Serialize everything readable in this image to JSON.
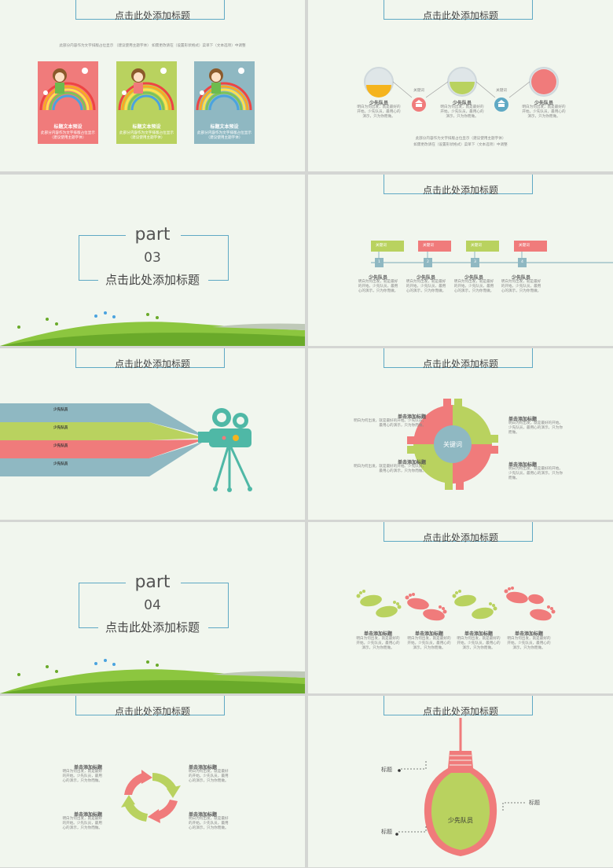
{
  "slide_title": "点击此处添加标题",
  "s1": {
    "note": "此部分内容作为文字排版占位显示 （建议使用主题字体） 如需更改请在（设置形状格式）菜单下（文本选项）中调整",
    "cards": [
      {
        "title": "标题文本预设",
        "body1": "此部分内容作为文字排版占位显示",
        "body2": "（建议使用主题字体）",
        "color": "#f07b7b"
      },
      {
        "title": "标题文本预设",
        "body1": "此部分内容作为文字排版占位显示",
        "body2": "（建议使用主题字体）",
        "color": "#b9d25f"
      },
      {
        "title": "标题文本预设",
        "body1": "此部分内容作为文字排版占位显示",
        "body2": "（建议使用主题字体）",
        "color": "#8fb8c2"
      }
    ]
  },
  "s2": {
    "keyword": "关键词",
    "items": [
      {
        "title": "少先队员",
        "body": "明白为何出发，就是最好的开始。少先队员，最用心的演示，只为你而做。"
      },
      {
        "title": "少先队员",
        "body": "明白为何出发，就是最好的开始。少先队员，最用心的演示，只为你而做。"
      },
      {
        "title": "少先队员",
        "body": "明白为何出发，就是最好的开始。少先队员，最用心的演示，只为你而做。"
      }
    ],
    "note1": "此部分内容作为文字排版占位显示（建议使用主题字体）",
    "note2": "如需更改请在（设置形状格式）菜单下（文本选项）中调整"
  },
  "s3": {
    "part": "part",
    "num": "03",
    "title": "点击此处添加标题"
  },
  "s4": {
    "tags": [
      "关键词",
      "关键词",
      "关键词",
      "关键词"
    ],
    "nums": [
      "1",
      "2",
      "3",
      "4"
    ],
    "items": [
      {
        "title": "少先队员",
        "body": "明白为何出发，就是最好的开始。少先队员，最用心的演示，只为你而做。"
      },
      {
        "title": "少先队员",
        "body": "明白为何出发，就是最好的开始。少先队员，最用心的演示，只为你而做。"
      },
      {
        "title": "少先队员",
        "body": "明白为何出发，就是最好的开始。少先队员，最用心的演示，只为你而做。"
      },
      {
        "title": "少先队员",
        "body": "明白为何出发，就是最好的开始。少先队员，最用心的演示，只为你而做。"
      }
    ]
  },
  "s5": {
    "bands": [
      "少先队员",
      "少先队员",
      "少先队员",
      "少先队员"
    ]
  },
  "s6": {
    "center": "关键词",
    "items": [
      {
        "title": "单击添加标题",
        "body": "明白为何出发，就是最好的开始。少先队员，最用心的演示，只为你而做。"
      },
      {
        "title": "单击添加标题",
        "body": "明白为何出发，就是最好的开始。少先队员，最用心的演示，只为你而做。"
      },
      {
        "title": "单击添加标题",
        "body": "明白为何出发，就是最好的开始。少先队员，最用心的演示，只为你而做。"
      },
      {
        "title": "单击添加标题",
        "body": "明白为何出发，就是最好的开始。少先队员，最用心的演示，只为你而做。"
      }
    ]
  },
  "s7": {
    "part": "part",
    "num": "04",
    "title": "点击此处添加标题"
  },
  "s8": {
    "items": [
      {
        "title": "单击添加标题",
        "body": "明白为何出发，就是最好的开始。少先队员，最用心的演示，只为你而做。"
      },
      {
        "title": "单击添加标题",
        "body": "明白为何出发，就是最好的开始。少先队员，最用心的演示，只为你而做。"
      },
      {
        "title": "单击添加标题",
        "body": "明白为何出发，就是最好的开始。少先队员，最用心的演示，只为你而做。"
      },
      {
        "title": "单击添加标题",
        "body": "明白为何出发，就是最好的开始。少先队员，最用心的演示，只为你而做。"
      }
    ]
  },
  "s9": {
    "items": [
      {
        "title": "单击添加标题",
        "body": "明白为何出发，就是最好的开始。少先队员，最用心的演示，只为你而做。"
      },
      {
        "title": "单击添加标题",
        "body": "明白为何出发，就是最好的开始。少先队员，最用心的演示，只为你而做。"
      },
      {
        "title": "单击添加标题",
        "body": "明白为何出发，就是最好的开始。少先队员，最用心的演示，只为你而做。"
      },
      {
        "title": "单击添加标题",
        "body": "明白为何出发，就是最好的开始。少先队员，最用心的演示，只为你而做。"
      }
    ]
  },
  "s10": {
    "center": "少先队员",
    "labels": [
      "标题",
      "标题",
      "标题"
    ]
  },
  "colors": {
    "pink": "#f07b7b",
    "green": "#b9d25f",
    "blue": "#8fb8c2",
    "teal": "#5fa9c4",
    "orange": "#f5b41e"
  }
}
